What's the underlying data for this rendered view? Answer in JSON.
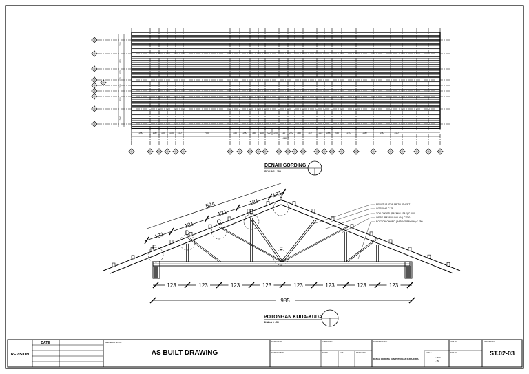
{
  "plan": {
    "title": "DENAH GORDING",
    "scale": "SKALA 1 : 200",
    "bottom_dims": [
      "200",
      "150",
      "100",
      "150",
      "150",
      "700",
      "150",
      "200",
      "180",
      "110",
      "222",
      "140",
      "112",
      "222",
      "180",
      "112",
      "222",
      "288",
      "250",
      "210",
      "250",
      "250",
      "220"
    ],
    "left_dims": [
      "200",
      "150",
      "100",
      "100",
      "100",
      "200",
      "200"
    ],
    "overall": "4800"
  },
  "section": {
    "title": "POTONGAN KUDA-KUDA",
    "scale": "SKALA 1 : 50",
    "rafter_dims": [
      "131",
      "131",
      "131",
      "131",
      "131"
    ],
    "rafter_total": "524",
    "bottom_dims": [
      "123",
      "123",
      "123",
      "123",
      "123",
      "123",
      "123",
      "123"
    ],
    "bottom_total": "985",
    "points": [
      "A",
      "B",
      "C",
      "D",
      "E",
      "F"
    ],
    "legend": [
      "PENUTUP ATAP METAL SHEET",
      "GORDING C.75",
      "TOP CHORD (BATANG ATAS) C.100",
      "WEBS (BATANG DALAM) C.750",
      "BOTTOM CHORD (BATANG BAWAH) C.750"
    ]
  },
  "titleblock": {
    "revision": "REVISION",
    "date": "DATE",
    "general_note": "GENERAL NOTE",
    "main": "AS BUILT DRAWING",
    "date_drawn": "DATE DRAW",
    "date_rev": "DATE REVIEW",
    "approved": "APPROVED",
    "drawn": "DRAW",
    "checked": "CHK",
    "designed": "DESIGNER",
    "drawing_title_label": "DRAWING TITLE",
    "drawing_title": "DENAH GORDING DAN POTONGAN KUDA-KUDA",
    "scale_label": "SCALE",
    "scales": [
      "1 : 200",
      "1 : 50"
    ],
    "job_no_label": "JOB NO.",
    "file_no_label": "FILE NO.",
    "drawing_no_label": "DRAWING NO.",
    "drawing_no": "ST.02-03"
  }
}
